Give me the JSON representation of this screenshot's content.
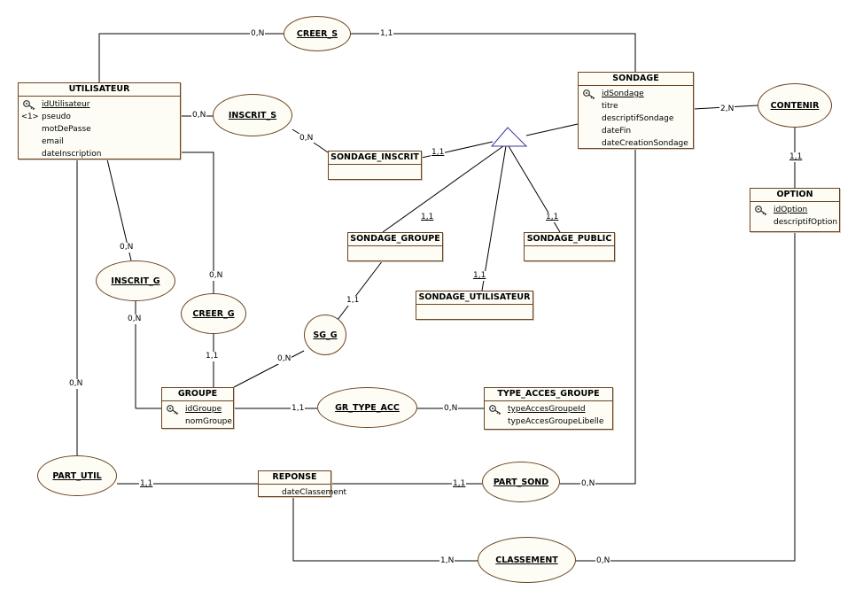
{
  "entities": {
    "utilisateur": {
      "title": "UTILISATEUR",
      "attrs": [
        {
          "text": "idUtilisateur",
          "key": true
        },
        {
          "text": "pseudo",
          "prefix": "<1>"
        },
        {
          "text": "motDePasse"
        },
        {
          "text": "email"
        },
        {
          "text": "dateInscription"
        }
      ]
    },
    "sondage": {
      "title": "SONDAGE",
      "attrs": [
        {
          "text": "idSondage",
          "key": true
        },
        {
          "text": "titre"
        },
        {
          "text": "descriptifSondage"
        },
        {
          "text": "dateFin"
        },
        {
          "text": "dateCreationSondage"
        }
      ]
    },
    "option": {
      "title": "OPTION",
      "attrs": [
        {
          "text": "idOption",
          "key": true
        },
        {
          "text": "descriptifOption"
        }
      ]
    },
    "sondage_inscrit": {
      "title": "SONDAGE_INSCRIT",
      "attrs": []
    },
    "sondage_groupe": {
      "title": "SONDAGE_GROUPE",
      "attrs": []
    },
    "sondage_public": {
      "title": "SONDAGE_PUBLIC",
      "attrs": []
    },
    "sondage_utilisateur": {
      "title": "SONDAGE_UTILISATEUR",
      "attrs": []
    },
    "groupe": {
      "title": "GROUPE",
      "attrs": [
        {
          "text": "idGroupe",
          "key": true
        },
        {
          "text": "nomGroupe"
        }
      ]
    },
    "type_acces_groupe": {
      "title": "TYPE_ACCES_GROUPE",
      "attrs": [
        {
          "text": "typeAccesGroupeId",
          "key": true
        },
        {
          "text": "typeAccesGroupeLibelle"
        }
      ]
    },
    "reponse": {
      "title": "REPONSE",
      "attrs": [
        {
          "text": "dateClassement"
        }
      ]
    }
  },
  "relationships": {
    "creer_s": "CREER_S",
    "inscrit_s": "INSCRIT_S",
    "contenir": "CONTENIR",
    "inscrit_g": "INSCRIT_G",
    "creer_g": "CREER_G",
    "sg_g": "SG_G",
    "gr_type_acc": "GR_TYPE_ACC",
    "part_util": "PART_UTIL",
    "part_sond": "PART_SOND",
    "classement": "CLASSEMENT"
  },
  "cardinalities": {
    "creer_s_util": "0,N",
    "creer_s_sond": "1,1",
    "inscrit_s_util": "0,N",
    "inscrit_s_si": "0,N",
    "si_inherit": "1,1",
    "contenir_sond": "2,N",
    "contenir_opt": "1,1",
    "sg_inherit": "1,1",
    "sp_inherit": "1,1",
    "su_inherit": "1,1",
    "inscrit_g_util": "0,N",
    "inscrit_g_grp": "0,N",
    "creer_g_util": "0,N",
    "creer_g_grp": "1,1",
    "sg_g_sg": "1,1",
    "sg_g_grp": "0,N",
    "gr_type_acc_grp": "1,1",
    "gr_type_acc_tag": "0,N",
    "part_util_util": "0,N",
    "part_util_rep": "1,1",
    "part_sond_rep": "1,1",
    "part_sond_sond": "0,N",
    "classement_rep": "1,N",
    "classement_opt": "0,N"
  },
  "colors": {
    "border": "#6b4422",
    "fill": "#fdfdf6",
    "line": "#000000",
    "triangle": "#3a3aa0"
  }
}
